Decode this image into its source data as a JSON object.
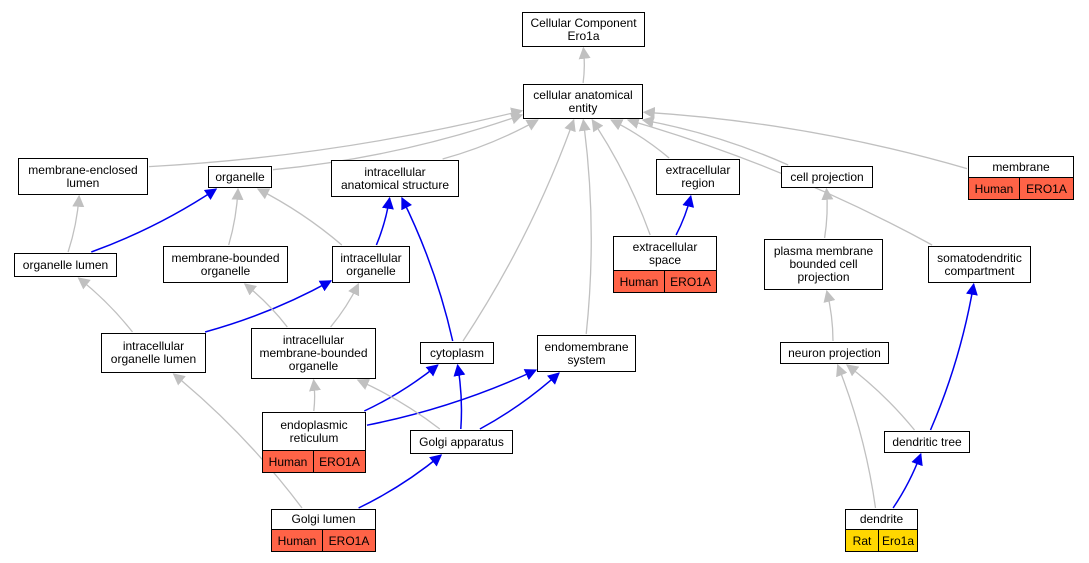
{
  "colors": {
    "is_a_edge": "#c0c0c0",
    "part_of_edge": "#0000ee",
    "human_annotation": "#ff6347",
    "rat_annotation": "#ffd700",
    "node_border": "#000000",
    "node_fill": "#ffffff"
  },
  "nodes": [
    {
      "id": "root",
      "label": "Cellular Component\nEro1a"
    },
    {
      "id": "cae",
      "label": "cellular anatomical\nentity"
    },
    {
      "id": "mel",
      "label": "membrane-enclosed\nlumen"
    },
    {
      "id": "organelle",
      "label": "organelle"
    },
    {
      "id": "ias",
      "label": "intracellular\nanatomical structure"
    },
    {
      "id": "ecr",
      "label": "extracellular\nregion"
    },
    {
      "id": "cellproj",
      "label": "cell projection"
    },
    {
      "id": "membrane",
      "label": "membrane",
      "annotation": {
        "species": "Human",
        "gene": "ERO1A"
      }
    },
    {
      "id": "ol",
      "label": "organelle lumen"
    },
    {
      "id": "mbo",
      "label": "membrane-bounded\norganelle"
    },
    {
      "id": "io",
      "label": "intracellular\norganelle"
    },
    {
      "id": "ecs",
      "label": "extracellular\nspace",
      "annotation": {
        "species": "Human",
        "gene": "ERO1A"
      }
    },
    {
      "id": "pmbcp",
      "label": "plasma membrane\nbounded cell\nprojection"
    },
    {
      "id": "sdc",
      "label": "somatodendritic\ncompartment"
    },
    {
      "id": "iol",
      "label": "intracellular\norganelle lumen"
    },
    {
      "id": "imbo",
      "label": "intracellular\nmembrane-bounded\norganelle"
    },
    {
      "id": "cyto",
      "label": "cytoplasm"
    },
    {
      "id": "ems",
      "label": "endomembrane\nsystem"
    },
    {
      "id": "np",
      "label": "neuron projection"
    },
    {
      "id": "er",
      "label": "endoplasmic\nreticulum",
      "annotation": {
        "species": "Human",
        "gene": "ERO1A"
      }
    },
    {
      "id": "golgi",
      "label": "Golgi apparatus"
    },
    {
      "id": "dtree",
      "label": "dendritic tree"
    },
    {
      "id": "glumen",
      "label": "Golgi lumen",
      "annotation": {
        "species": "Human",
        "gene": "ERO1A"
      }
    },
    {
      "id": "dendrite",
      "label": "dendrite",
      "annotation": {
        "species": "Rat",
        "gene": "Ero1a"
      }
    }
  ],
  "edges": [
    {
      "from": "cae",
      "to": "root",
      "type": "is_a"
    },
    {
      "from": "mel",
      "to": "cae",
      "type": "is_a"
    },
    {
      "from": "organelle",
      "to": "cae",
      "type": "is_a"
    },
    {
      "from": "ias",
      "to": "cae",
      "type": "is_a"
    },
    {
      "from": "ecr",
      "to": "cae",
      "type": "is_a"
    },
    {
      "from": "cellproj",
      "to": "cae",
      "type": "is_a"
    },
    {
      "from": "membrane",
      "to": "cae",
      "type": "is_a"
    },
    {
      "from": "sdc",
      "to": "cae",
      "type": "is_a"
    },
    {
      "from": "cyto",
      "to": "cae",
      "type": "is_a"
    },
    {
      "from": "ems",
      "to": "cae",
      "type": "is_a"
    },
    {
      "from": "ecs",
      "to": "cae",
      "type": "is_a"
    },
    {
      "from": "ol",
      "to": "mel",
      "type": "is_a"
    },
    {
      "from": "ol",
      "to": "organelle",
      "type": "part_of"
    },
    {
      "from": "mbo",
      "to": "organelle",
      "type": "is_a"
    },
    {
      "from": "io",
      "to": "organelle",
      "type": "is_a"
    },
    {
      "from": "io",
      "to": "ias",
      "type": "part_of"
    },
    {
      "from": "cyto",
      "to": "ias",
      "type": "part_of"
    },
    {
      "from": "ecs",
      "to": "ecr",
      "type": "part_of"
    },
    {
      "from": "pmbcp",
      "to": "cellproj",
      "type": "is_a"
    },
    {
      "from": "iol",
      "to": "ol",
      "type": "is_a"
    },
    {
      "from": "iol",
      "to": "io",
      "type": "part_of"
    },
    {
      "from": "imbo",
      "to": "mbo",
      "type": "is_a"
    },
    {
      "from": "imbo",
      "to": "io",
      "type": "is_a"
    },
    {
      "from": "np",
      "to": "pmbcp",
      "type": "is_a"
    },
    {
      "from": "er",
      "to": "imbo",
      "type": "is_a"
    },
    {
      "from": "er",
      "to": "cyto",
      "type": "part_of"
    },
    {
      "from": "er",
      "to": "ems",
      "type": "part_of"
    },
    {
      "from": "golgi",
      "to": "imbo",
      "type": "is_a"
    },
    {
      "from": "golgi",
      "to": "cyto",
      "type": "part_of"
    },
    {
      "from": "golgi",
      "to": "ems",
      "type": "part_of"
    },
    {
      "from": "dtree",
      "to": "np",
      "type": "is_a"
    },
    {
      "from": "dtree",
      "to": "sdc",
      "type": "part_of"
    },
    {
      "from": "glumen",
      "to": "iol",
      "type": "is_a"
    },
    {
      "from": "glumen",
      "to": "golgi",
      "type": "part_of"
    },
    {
      "from": "dendrite",
      "to": "np",
      "type": "is_a"
    },
    {
      "from": "dendrite",
      "to": "dtree",
      "type": "part_of"
    }
  ]
}
